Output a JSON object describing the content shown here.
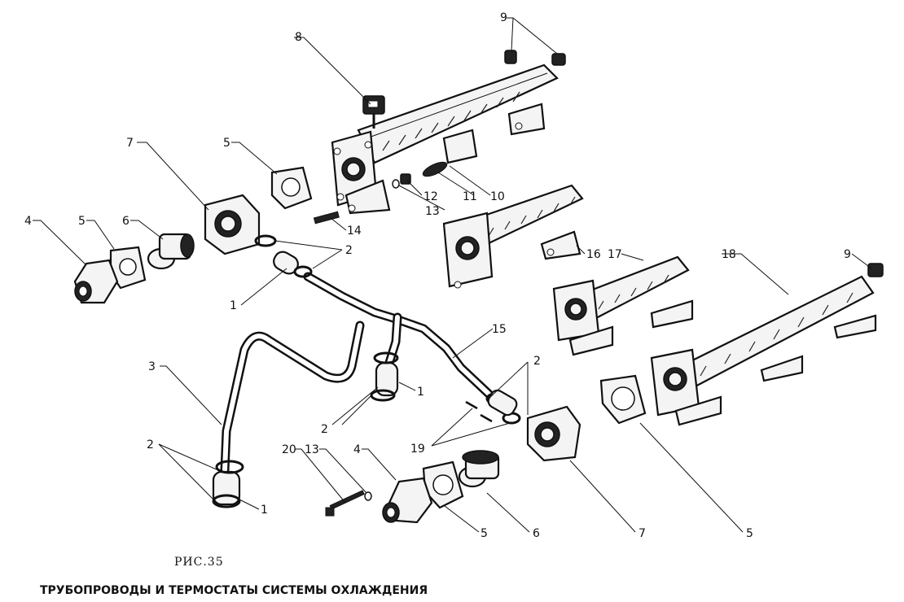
{
  "figure": {
    "label": "РИС.35",
    "caption": "ТРУБОПРОВОДЫ И ТЕРМОСТАТЫ СИСТЕМЫ ОХЛАЖДЕНИЯ"
  },
  "callouts": {
    "c1a": "1",
    "c1b": "1",
    "c1c": "1",
    "c2a": "2",
    "c2b": "2",
    "c2c": "2",
    "c2d": "2",
    "c3": "3",
    "c4a": "4",
    "c4b": "4",
    "c5a": "5",
    "c5b": "5",
    "c5c": "5",
    "c5d": "5",
    "c6a": "6",
    "c6b": "6",
    "c7a": "7",
    "c7b": "7",
    "c8": "8",
    "c9a": "9",
    "c9b": "9",
    "c10": "10",
    "c11": "11",
    "c12": "12",
    "c13a": "13",
    "c13b": "13",
    "c14": "14",
    "c15": "15",
    "c16": "16",
    "c17": "17",
    "c18": "18",
    "c19": "19",
    "c20": "20"
  }
}
